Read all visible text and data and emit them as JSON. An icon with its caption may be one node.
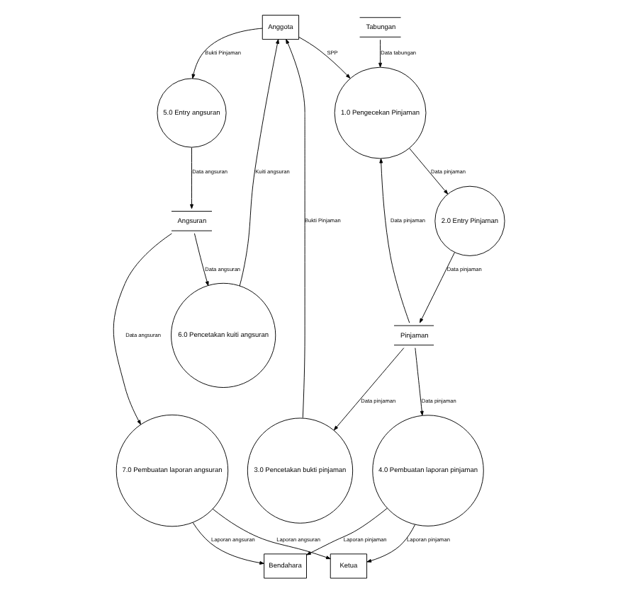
{
  "diagram": {
    "nodes": [
      {
        "text": [
          "Anggota"
        ]
      },
      {
        "text": [
          "Tabungan"
        ]
      },
      {
        "text": [
          "2.0 Entry Pinjaman"
        ]
      },
      {
        "text": [
          "1.0 Pengecekan Pinjaman"
        ]
      },
      {
        "text": [
          "6.0 Pencetakan kuiti angsuran"
        ]
      },
      {
        "text": [
          "5.0 Entry angsuran"
        ]
      },
      {
        "text": [
          "3.0 Pencetakan bukti pinjaman"
        ]
      },
      {
        "text": [
          "Pinjaman"
        ]
      },
      {
        "text": [
          "4.0 Pembuatan laporan pinjaman"
        ]
      },
      {
        "text": [
          "Bendahara"
        ]
      },
      {
        "text": [
          "Angsuran"
        ]
      },
      {
        "text": [
          "7.0 Pembuatan laporan angsuran"
        ]
      },
      {
        "text": [
          "Ketua"
        ]
      }
    ],
    "edges": [
      {
        "from": 4,
        "to": 0,
        "arrow": "to",
        "label": "Kuiti angsuran"
      },
      {
        "from": 0,
        "to": 3,
        "arrow": "to",
        "label": "SPP"
      },
      {
        "from": 1,
        "to": 3,
        "arrow": "to",
        "label": "Data tabungan"
      },
      {
        "from": 3,
        "to": 2,
        "arrow": "to",
        "label": "Data pinjaman"
      },
      {
        "from": 2,
        "to": 7,
        "arrow": "to",
        "label": "Data pinjaman"
      },
      {
        "from": 7,
        "to": 3,
        "arrow": "to",
        "label": "Data pinjaman"
      },
      {
        "from": 7,
        "to": 6,
        "arrow": "to",
        "label": "Data pinjaman"
      },
      {
        "from": 6,
        "to": 0,
        "arrow": "to",
        "label": "Bukti Pinjaman"
      },
      {
        "from": 0,
        "to": 5,
        "arrow": "to",
        "label": "Bukti Pinjaman"
      },
      {
        "from": 5,
        "to": 10,
        "arrow": "to",
        "label": "Data angsuran"
      },
      {
        "from": 10,
        "to": 4,
        "arrow": "to",
        "label": "Data angsuran"
      },
      {
        "from": 10,
        "to": 11,
        "arrow": "to",
        "label": "Data angsuran"
      },
      {
        "from": 7,
        "to": 8,
        "arrow": "to",
        "label": "Data pinjaman"
      },
      {
        "from": 8,
        "to": 9,
        "arrow": "to",
        "label": "Laporan pinjaman"
      },
      {
        "from": 8,
        "to": 12,
        "arrow": "to",
        "label": "Laporan pinjaman"
      },
      {
        "from": 11,
        "to": 12,
        "arrow": "to",
        "label": "Laporan angsuran"
      },
      {
        "from": 11,
        "to": 9,
        "arrow": "to",
        "label": "Laporan angsuran"
      }
    ]
  }
}
